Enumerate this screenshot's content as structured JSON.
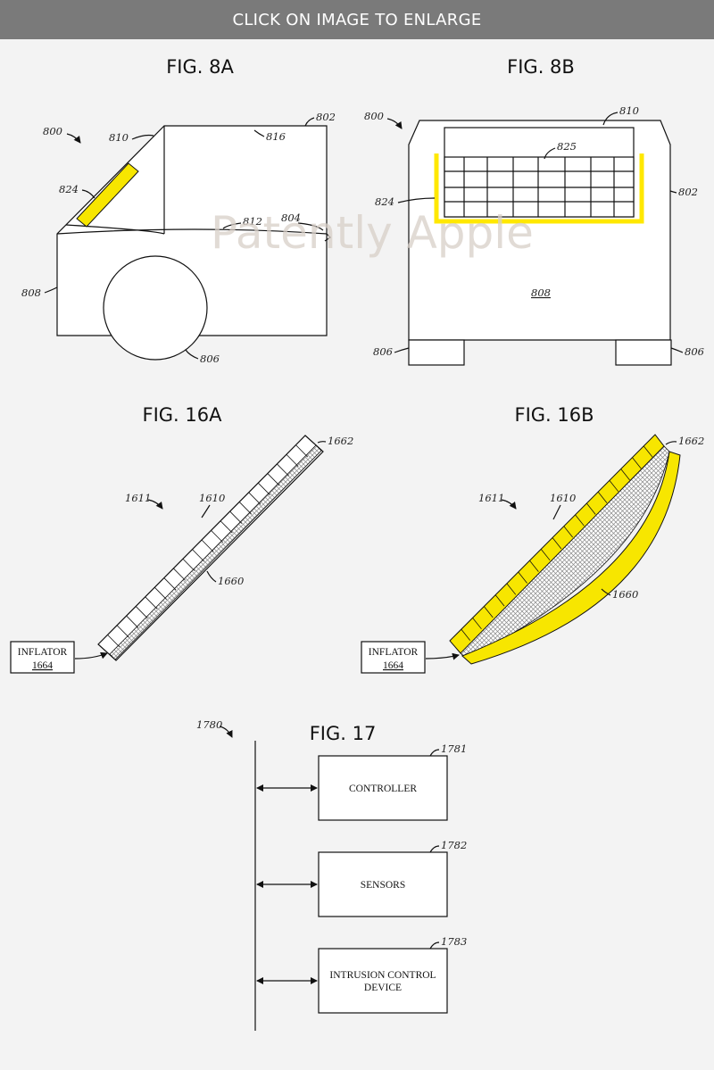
{
  "banner": {
    "text": "CLICK ON IMAGE TO ENLARGE"
  },
  "watermark": "Patently Apple",
  "fig8a": {
    "title": "FIG. 8A",
    "labels": {
      "l800": "800",
      "l810": "810",
      "l816": "816",
      "l802": "802",
      "l824": "824",
      "l812": "812",
      "l804": "804",
      "l808": "808",
      "l806": "806"
    }
  },
  "fig8b": {
    "title": "FIG. 8B",
    "labels": {
      "l800": "800",
      "l810": "810",
      "l825": "825",
      "l824": "824",
      "l802": "802",
      "l808": "808",
      "l806a": "806",
      "l806b": "806"
    }
  },
  "fig16a": {
    "title": "FIG. 16A",
    "labels": {
      "l1611": "1611",
      "l1610": "1610",
      "l1662": "1662",
      "l1660": "1660"
    },
    "inflator_label": "INFLATOR",
    "inflator_num": "1664"
  },
  "fig16b": {
    "title": "FIG. 16B",
    "labels": {
      "l1611": "1611",
      "l1610": "1610",
      "l1662": "1662",
      "l1660": "1660"
    },
    "inflator_label": "INFLATOR",
    "inflator_num": "1664"
  },
  "fig17": {
    "title": "FIG. 17",
    "l1780": "1780",
    "boxes": [
      {
        "num": "1781",
        "line1": "CONTROLLER",
        "line2": ""
      },
      {
        "num": "1782",
        "line1": "SENSORS",
        "line2": ""
      },
      {
        "num": "1783",
        "line1": "INTRUSION CONTROL",
        "line2": "DEVICE"
      }
    ]
  },
  "colors": {
    "highlight": "#f7e600",
    "banner": "#7a7a7a",
    "background": "#f3f3f3"
  }
}
